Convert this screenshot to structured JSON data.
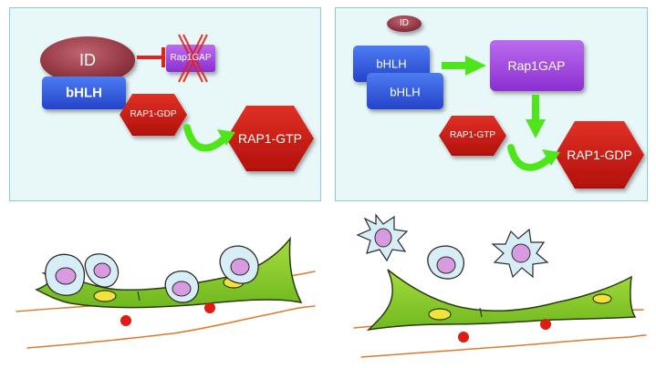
{
  "left_diagram": {
    "id_label": "ID",
    "bhlh_label": "bHLH",
    "rap1gap_label": "Rap1GAP",
    "rap1_gdp_label": "RAP1-GDP",
    "rap1_gtp_label": "RAP1-GTP"
  },
  "right_diagram": {
    "id_label": "ID",
    "bhlh_label_1": "bHLH",
    "bhlh_label_2": "bHLH",
    "rap1gap_label": "Rap1GAP",
    "rap1_gtp_label": "RAP1-GTP",
    "rap1_gdp_label": "RAP1-GDP"
  },
  "colors": {
    "panel_bg": "#e8f7f8",
    "panel_border": "#8fcbd4",
    "id_oval": "#9b3a44",
    "bhlh_box": "#2f5de0",
    "rap1gap_box": "#a14be0",
    "rap1_hexagon": "#c8140f",
    "arrow_green": "#4ee61a",
    "inhibit_red": "#e2221a",
    "cell_body": "#8fcf2a",
    "nucleus_yellow": "#f2e23a",
    "vessel_line": "#e07a2b",
    "immune_cell_fill": "#d7eef7",
    "immune_nucleus": "#d99be0"
  }
}
